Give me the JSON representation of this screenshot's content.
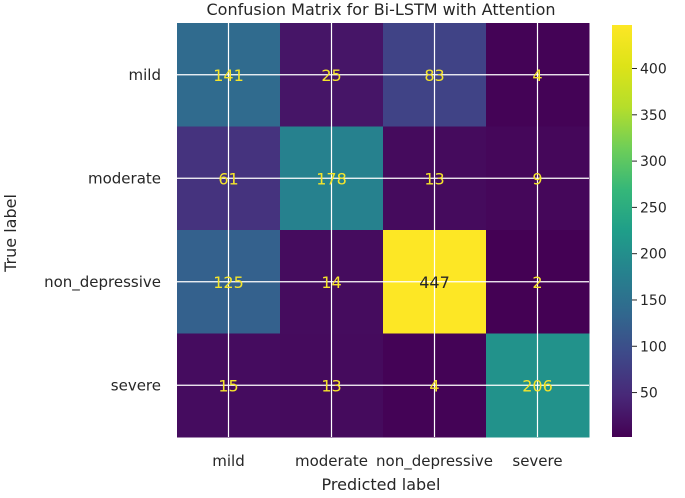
{
  "chart_data": {
    "type": "heatmap",
    "title": "Confusion Matrix for Bi-LSTM with Attention",
    "xlabel": "Predicted label",
    "ylabel": "True label",
    "x_categories": [
      "mild",
      "moderate",
      "non_depressive",
      "severe"
    ],
    "y_categories": [
      "mild",
      "moderate",
      "non_depressive",
      "severe"
    ],
    "values": [
      [
        141,
        25,
        83,
        4
      ],
      [
        61,
        178,
        13,
        9
      ],
      [
        125,
        14,
        447,
        2
      ],
      [
        15,
        13,
        4,
        206
      ]
    ],
    "colormap": "viridis",
    "colorbar": {
      "range": [
        2,
        447
      ],
      "ticks": [
        50,
        100,
        150,
        200,
        250,
        300,
        350,
        400
      ]
    },
    "grid": true
  }
}
